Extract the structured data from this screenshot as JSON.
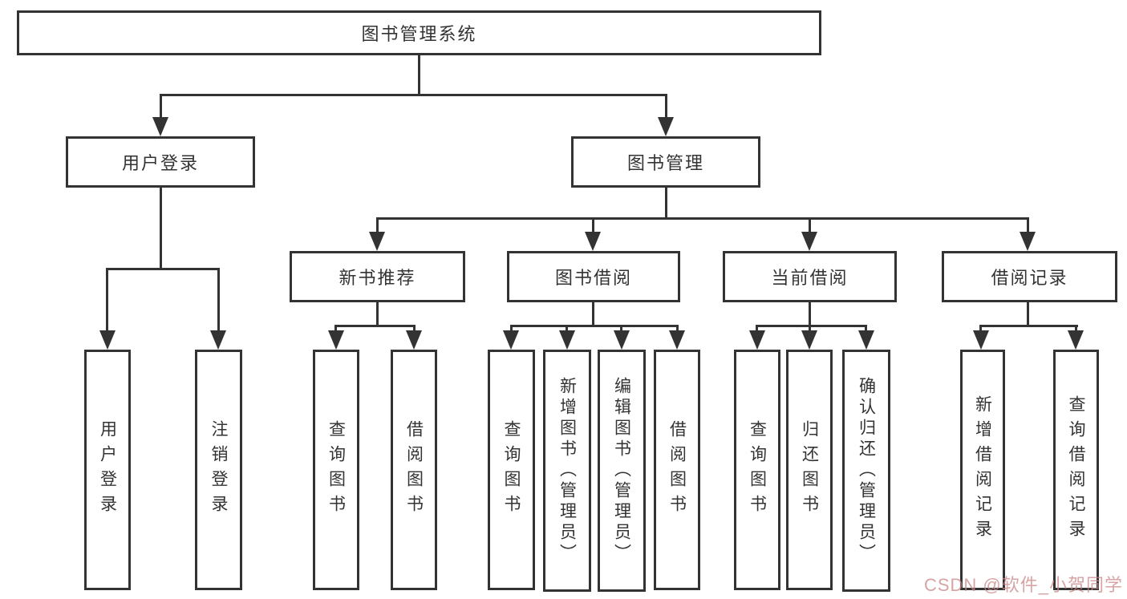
{
  "diagram_title": "图书管理系统",
  "tree": {
    "label": "图书管理系统",
    "children": [
      {
        "label": "用户登录",
        "children": [
          {
            "label": "用户登录"
          },
          {
            "label": "注销登录"
          }
        ]
      },
      {
        "label": "图书管理",
        "children": [
          {
            "label": "新书推荐",
            "children": [
              {
                "label": "查询图书"
              },
              {
                "label": "借阅图书"
              }
            ]
          },
          {
            "label": "图书借阅",
            "children": [
              {
                "label": "查询图书"
              },
              {
                "label": "新增图书（管理员）"
              },
              {
                "label": "编辑图书（管理员）"
              },
              {
                "label": "借阅图书"
              }
            ]
          },
          {
            "label": "当前借阅",
            "children": [
              {
                "label": "查询图书"
              },
              {
                "label": "归还图书"
              },
              {
                "label": "确认归还（管理员）"
              }
            ]
          },
          {
            "label": "借阅记录",
            "children": [
              {
                "label": "新增借阅记录"
              },
              {
                "label": "查询借阅记录"
              }
            ]
          }
        ]
      }
    ]
  },
  "watermark": {
    "text": "CSDN @软件_小贺同学",
    "color": "#c98484"
  },
  "colors": {
    "line": "#333333",
    "box_border": "#333333",
    "background": "#ffffff",
    "text": "#333333"
  }
}
